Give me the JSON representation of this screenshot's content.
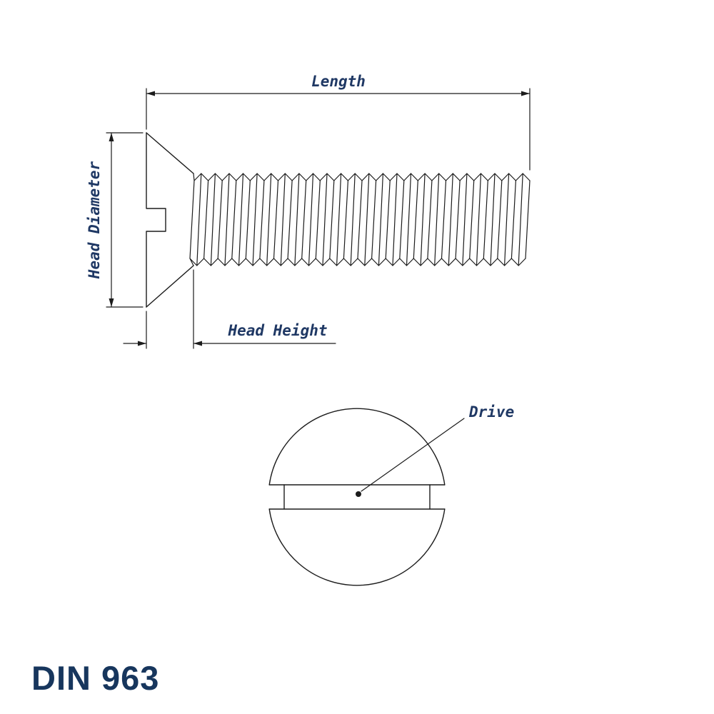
{
  "title": "DIN 963",
  "colors": {
    "line": "#1c1c1c",
    "label": "#1f3864",
    "title": "#17365d"
  },
  "side_view": {
    "labels": {
      "length": "Length",
      "head_diameter": "Head Diameter",
      "head_height": "Head Height"
    }
  },
  "front_view": {
    "labels": {
      "drive": "Drive"
    }
  }
}
